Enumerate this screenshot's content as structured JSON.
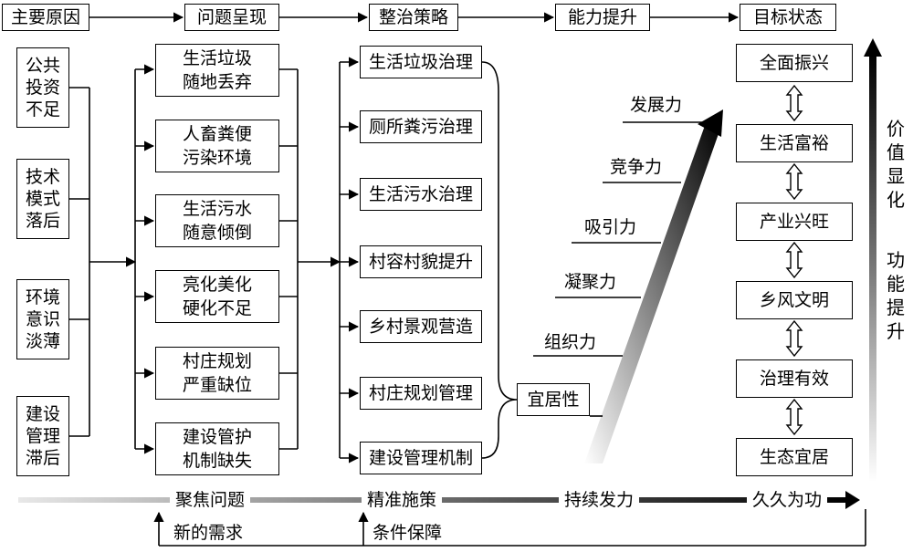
{
  "headers": [
    "主要原因",
    "问题呈现",
    "整治策略",
    "能力提升",
    "目标状态"
  ],
  "causes": [
    "公共\n投资\n不足",
    "技术\n模式\n落后",
    "环境\n意识\n淡薄",
    "建设\n管理\n滞后"
  ],
  "problems": [
    "生活垃圾\n随地丢弃",
    "人畜粪便\n污染环境",
    "生活污水\n随意倾倒",
    "亮化美化\n硬化不足",
    "村庄规划\n严重缺位",
    "建设管护\n机制缺失"
  ],
  "strategies": [
    "生活垃圾治理",
    "厕所粪污治理",
    "生活污水治理",
    "村容村貌提升",
    "乡村景观营造",
    "村庄规划管理",
    "建设管理机制"
  ],
  "capabilities": [
    "宜居性",
    "组织力",
    "凝聚力",
    "吸引力",
    "竞争力",
    "发展力"
  ],
  "goals": [
    "全面振兴",
    "生活富裕",
    "产业兴旺",
    "乡风文明",
    "治理有效",
    "生态宜居"
  ],
  "side_labels": {
    "top": "价\n值\n显\n化",
    "bottom": "功\n能\n提\n升"
  },
  "flow_labels": [
    "聚焦问题",
    "精准施策",
    "持续发力",
    "久久为功"
  ],
  "feedback_labels": [
    "新的需求",
    "条件保障"
  ]
}
